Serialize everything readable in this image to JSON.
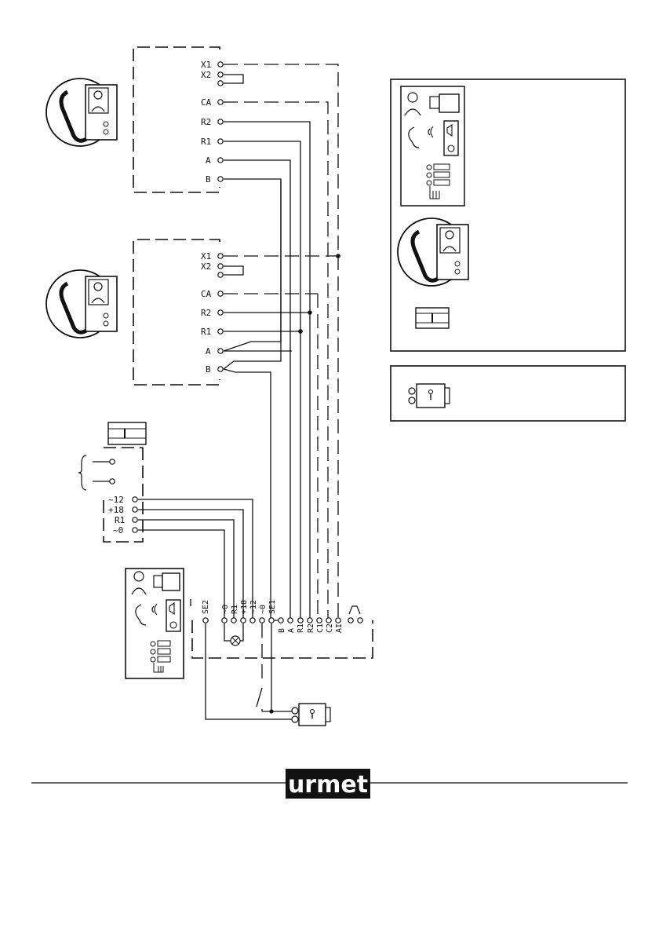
{
  "brand": {
    "logo": "urmet"
  },
  "monitor1": {
    "terminals": [
      "X1",
      "X2",
      "",
      "CA",
      "R2",
      "R1",
      "A",
      "B"
    ]
  },
  "monitor2": {
    "terminals": [
      "X1",
      "X2",
      "",
      "CA",
      "R2",
      "R1",
      "A",
      "B"
    ]
  },
  "power_supply": {
    "terminals": [
      "~12",
      "+18",
      "R1",
      "~0"
    ]
  },
  "entrance_panel": {
    "terminals": [
      "SE2",
      "~0",
      "R1",
      "+18",
      "~12",
      "~0",
      "SE1",
      "B",
      "A",
      "R1",
      "R2",
      "C1",
      "C2",
      "AI"
    ]
  },
  "colors": {
    "ink": "#111111",
    "paper": "#ffffff"
  },
  "icons": [
    "handset-monitor-icon",
    "camera-icon",
    "speaker-icon",
    "pushbutton-icon",
    "power-supply-icon",
    "door-lock-icon",
    "lamp-icon",
    "switch-icon"
  ]
}
